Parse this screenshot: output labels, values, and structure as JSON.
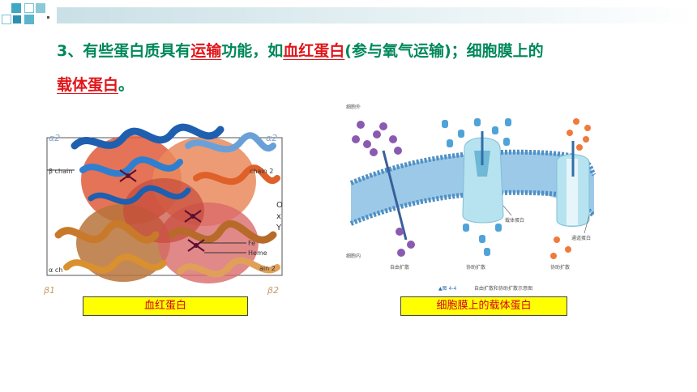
{
  "heading": {
    "number": "3、",
    "part1": "有些蛋白质具有",
    "kw_transport": "运输",
    "part2": "功能，如",
    "kw_hemoglobin": "血红蛋白",
    "part3": "(参与氧气运输)；细胞膜上的",
    "kw_carrier": "载体蛋白",
    "end": "。"
  },
  "figure_left": {
    "labels": {
      "alpha2": "α2",
      "alpha2b": "α2",
      "beta_chain": "β chain",
      "chain2": "chain 2",
      "oxy_o": "O",
      "oxy_x": "x",
      "oxy_y": "Y",
      "fe": "Fe",
      "heme": "Heme",
      "chain2b": "ain 2",
      "alpha_chain": "α ch",
      "beta1": "β1",
      "beta2": "β2"
    },
    "caption": "血红蛋白"
  },
  "figure_right": {
    "labels": {
      "outside": "细胞外",
      "inside": "细胞内",
      "carrier": "载体蛋白",
      "channel": "通道蛋白",
      "free_diffusion": "自由扩散",
      "facilitated1": "协助扩散",
      "facilitated2": "协助扩散",
      "figure_no": "▲图 4-4",
      "figure_title": "自由扩散和协助扩散示意图"
    },
    "caption": "细胞膜上的载体蛋白"
  },
  "colors": {
    "heading_green": "#00885a",
    "highlight_red": "#e0151a",
    "caption_bg": "#ffff00",
    "caption_text": "#d4001e"
  }
}
